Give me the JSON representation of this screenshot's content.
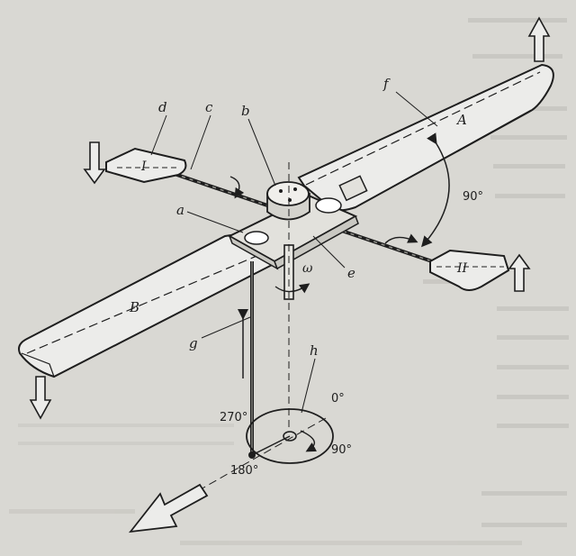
{
  "labels": {
    "a": "a",
    "b": "b",
    "c": "c",
    "d": "d",
    "e": "e",
    "f": "f",
    "g": "g",
    "h": "h",
    "blade_A": "A",
    "blade_B": "B",
    "paddle_I": "I",
    "paddle_II": "II",
    "omega": "ω"
  },
  "angles": {
    "deg_0": "0°",
    "deg_90_disc": "90°",
    "deg_180": "180°",
    "deg_270": "270°",
    "deg_90_blade": "90°"
  },
  "colors": {
    "paper": "#d9d8d3",
    "ink": "#1e1e1e",
    "blade_fill": "#ececea",
    "ghost_text": "#b6b5af"
  }
}
